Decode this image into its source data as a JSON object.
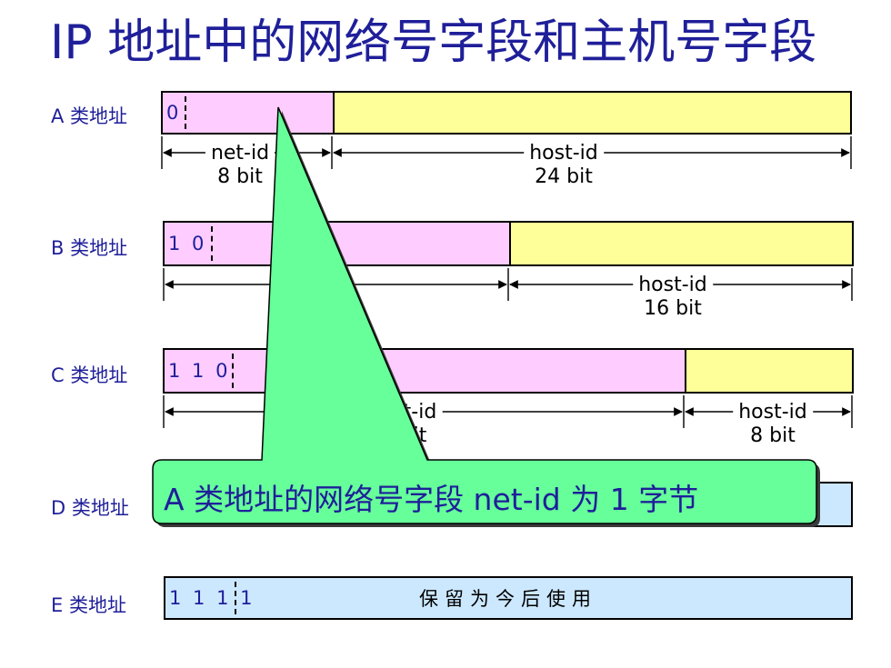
{
  "title": "IP 地址中的网络号字段和主机号字段",
  "colors": {
    "net": "#ffccff",
    "host": "#ffff99",
    "other": "#cce8ff",
    "callout": "#66ff99",
    "text": "#1f1f9a"
  },
  "classes": {
    "a": {
      "label": "A 类地址",
      "bits": "0",
      "net_name": "net-id",
      "net_size": "8 bit",
      "host_name": "host-id",
      "host_size": "24 bit"
    },
    "b": {
      "label": "B 类地址",
      "bits": "1 0",
      "host_name": "host-id",
      "host_size": "16 bit"
    },
    "c": {
      "label": "C 类地址",
      "bits": "1 1 0",
      "net_name_partial": "t-id",
      "net_size_partial": "it",
      "host_name": "host-id",
      "host_size": "8 bit"
    },
    "d": {
      "label": "D 类地址"
    },
    "e": {
      "label": "E 类地址",
      "bits": "1 1 1 1",
      "reserved": "保留为今后使用"
    }
  },
  "callout": {
    "text": "A 类地址的网络号字段 net-id 为 1 字节"
  }
}
